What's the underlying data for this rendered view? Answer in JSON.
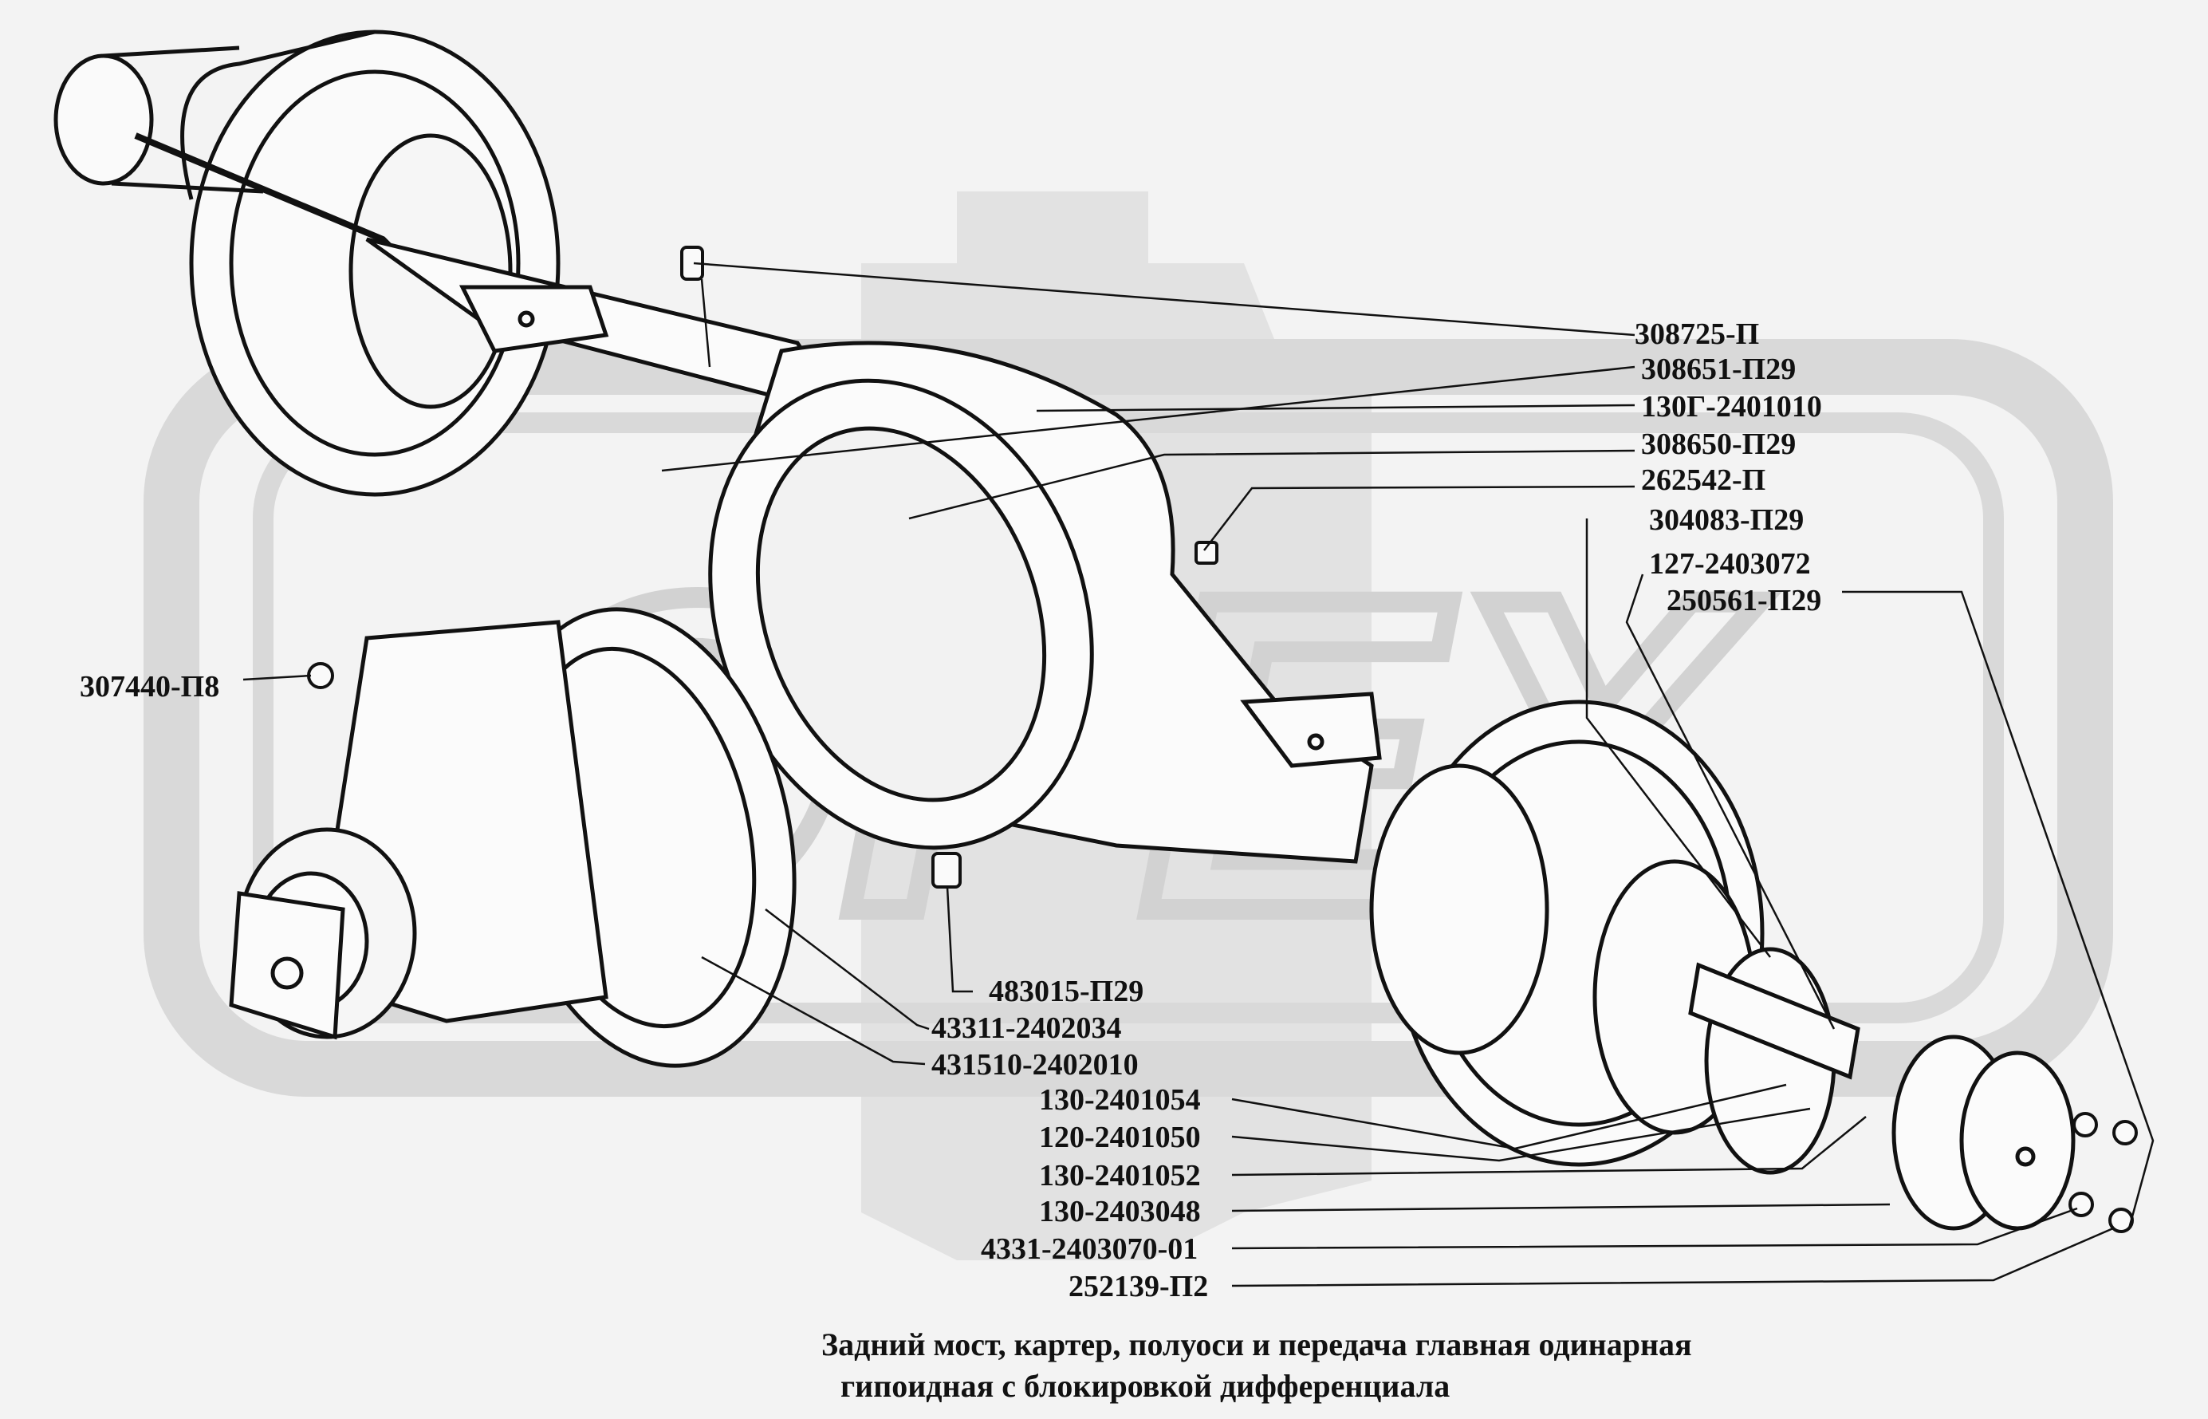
{
  "caption": {
    "line1": "Задний мост, картер, полуоси и  передача главная одинарная",
    "line2": "гипоидная с блокировкой дифференциала"
  },
  "watermark": {
    "text": "OPEX",
    "color": "#d6d6d6"
  },
  "colors": {
    "background": "#f3f3f3",
    "ink": "#111111"
  },
  "parts": [
    {
      "id": "308725-p",
      "code": "308725-П"
    },
    {
      "id": "308651-p29",
      "code": "308651-П29"
    },
    {
      "id": "130g-2401010",
      "code": "130Г-2401010"
    },
    {
      "id": "308650-p29",
      "code": "308650-П29"
    },
    {
      "id": "262542-p",
      "code": "262542-П"
    },
    {
      "id": "304083-p29",
      "code": "304083-П29"
    },
    {
      "id": "127-2403072",
      "code": "127-2403072"
    },
    {
      "id": "250561-p29",
      "code": "250561-П29"
    },
    {
      "id": "307440-p8",
      "code": "307440-П8"
    },
    {
      "id": "483015-p29",
      "code": "483015-П29"
    },
    {
      "id": "43311-2402034",
      "code": "43311-2402034"
    },
    {
      "id": "431510-2402010",
      "code": "431510-2402010"
    },
    {
      "id": "130-2401054",
      "code": "130-2401054"
    },
    {
      "id": "120-2401050",
      "code": "120-2401050"
    },
    {
      "id": "130-2401052",
      "code": "130-2401052"
    },
    {
      "id": "130-2403048",
      "code": "130-2403048"
    },
    {
      "id": "4331-2403070-01",
      "code": "4331-2403070-01"
    },
    {
      "id": "252139-p2",
      "code": "252139-П2"
    }
  ]
}
